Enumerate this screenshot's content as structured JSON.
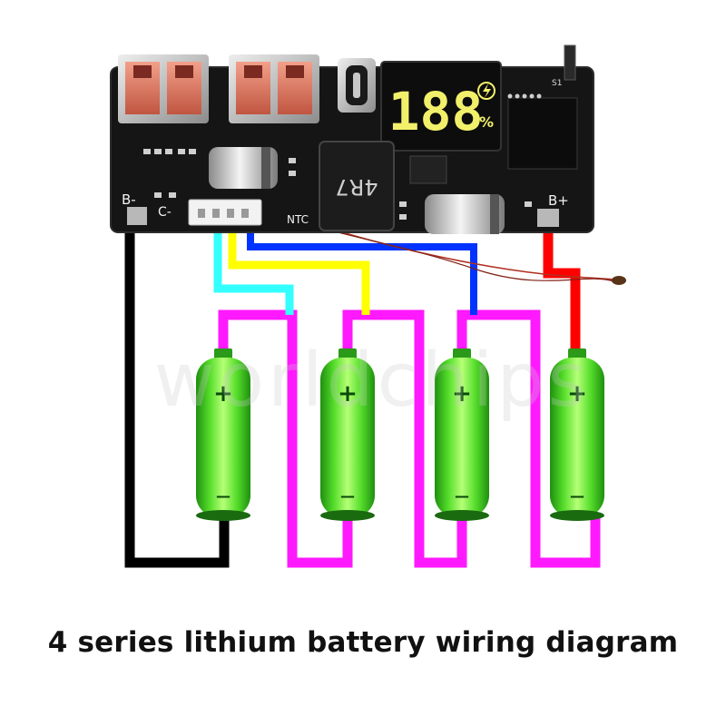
{
  "board": {
    "label_b_minus": "B-",
    "label_c_minus": "C-",
    "label_b_plus": "B+",
    "label_ntc": "NTC",
    "label_s1": "S1",
    "label_inductor": "4R7",
    "display_digits": "188",
    "display_percent": "%"
  },
  "batteries": [
    {
      "plus": "+",
      "minus": "—"
    },
    {
      "plus": "+",
      "minus": "—"
    },
    {
      "plus": "+",
      "minus": "—"
    },
    {
      "plus": "+",
      "minus": "—"
    }
  ],
  "watermark": "worldchips",
  "caption": "4 series lithium battery wiring diagram",
  "colors": {
    "wire_black": "#000000",
    "wire_magenta": "#ff19ff",
    "wire_cyan": "#33ffff",
    "wire_yellow": "#ffff00",
    "wire_blue": "#0033ff",
    "wire_red": "#ff0000",
    "battery_green": "#44dd22",
    "display_yellow": "#f2f06a",
    "board_black": "#151515",
    "usb_red": "#e07060"
  }
}
